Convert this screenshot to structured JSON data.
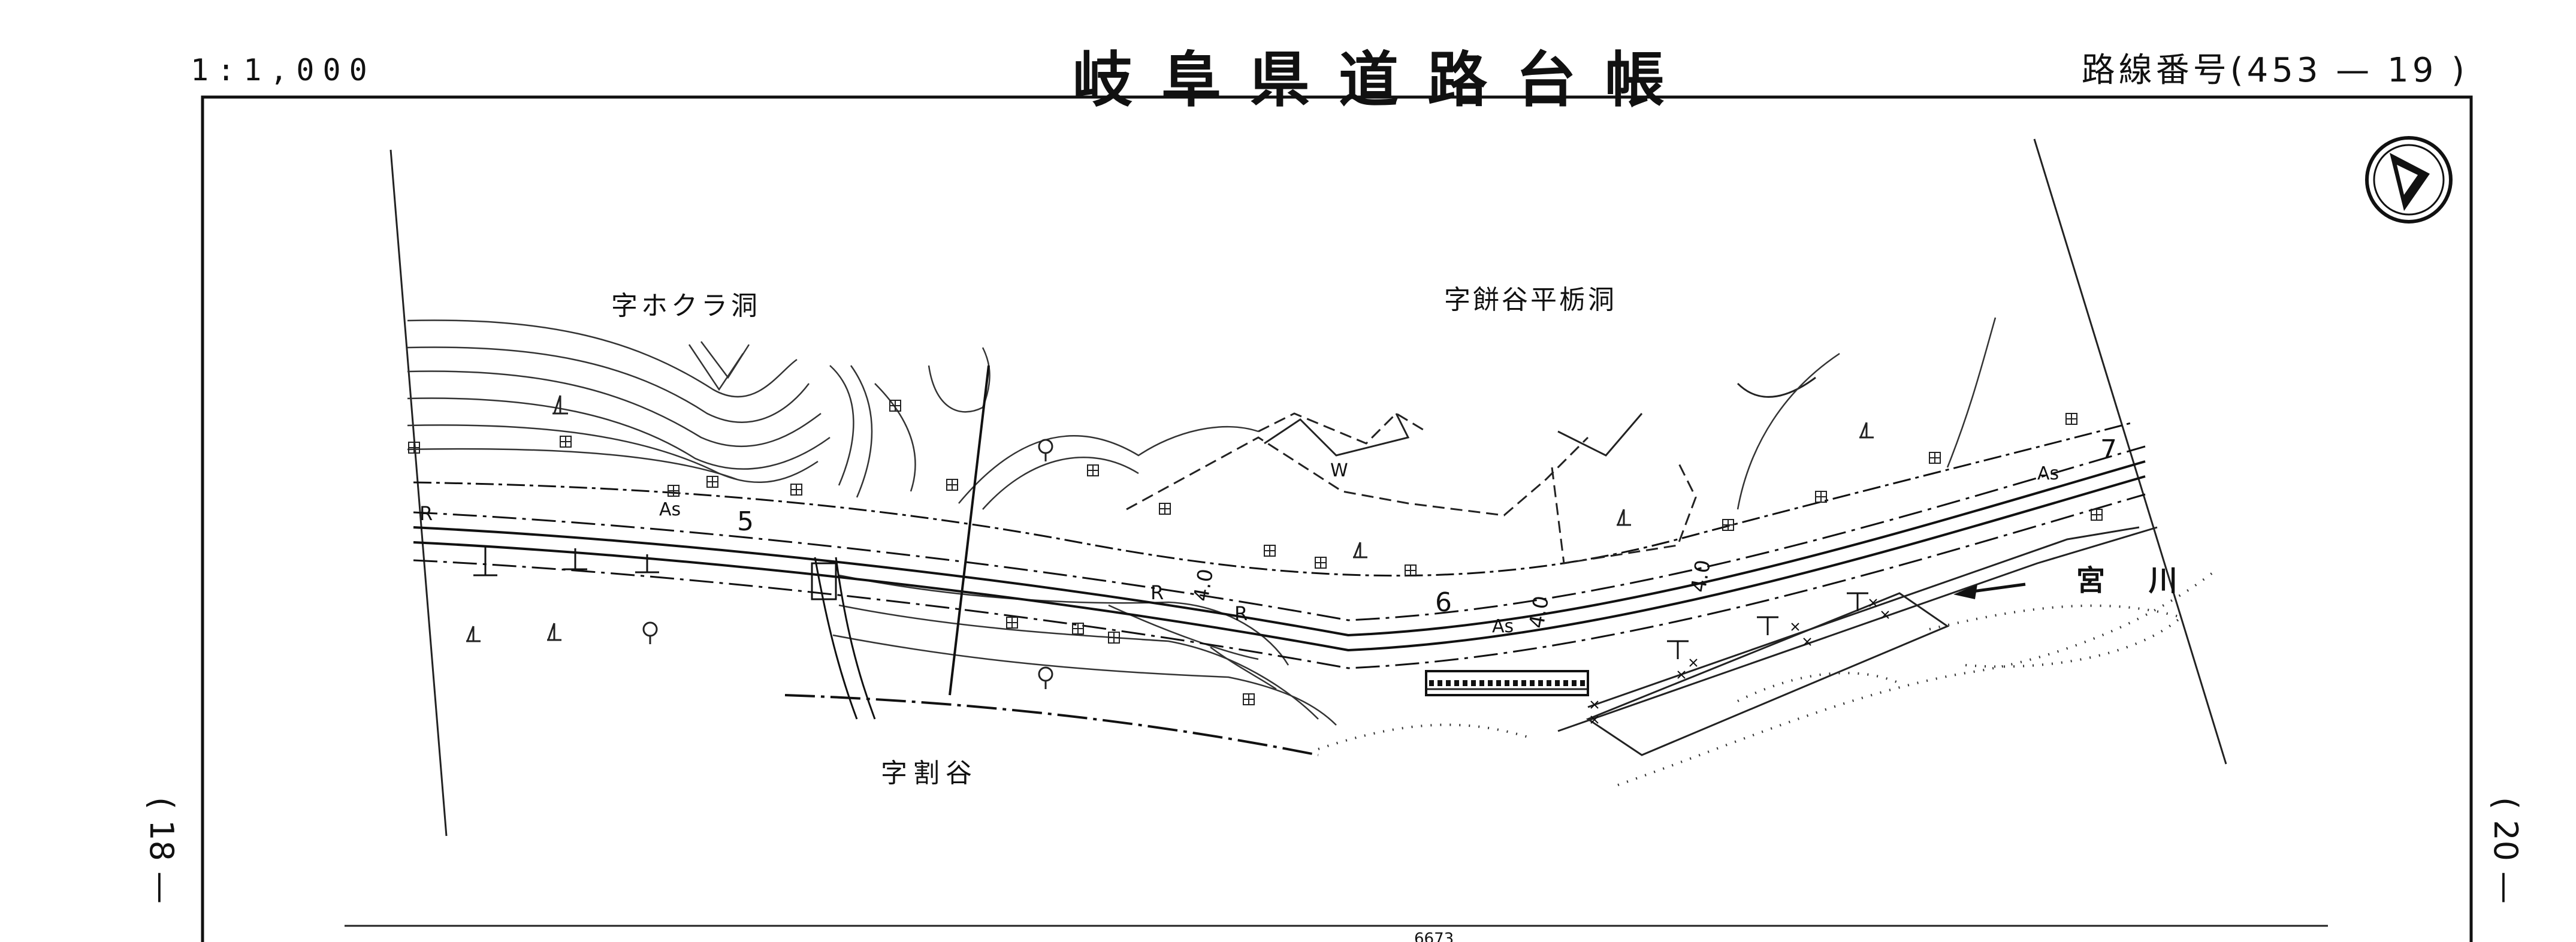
{
  "header": {
    "scale": "1:1,000",
    "title": "岐阜県道路台帳",
    "route_number": "路線番号(453 — 19 )"
  },
  "margins": {
    "left_page_ref": "( 18 —",
    "right_page_ref": "( 20 —"
  },
  "place_names": {
    "hokura": "字ホクラ洞",
    "mochigaya": "字餅谷平栃洞",
    "waridani": "字割谷",
    "river": "宮 川"
  },
  "road_marks": {
    "km5": "5",
    "km6": "6",
    "km7": "7",
    "as1": "As",
    "as2": "As",
    "as3": "As",
    "r1": "R",
    "r2": "R",
    "r3": "R",
    "w": "W",
    "width1": "4.0",
    "width2": "4.0",
    "width3": "4.0",
    "distance": "6673"
  },
  "icons": {
    "north": "north-arrow-icon",
    "forest": "forest-symbol-icon",
    "broadleaf": "broadleaf-tree-icon",
    "building": "building-icon"
  }
}
